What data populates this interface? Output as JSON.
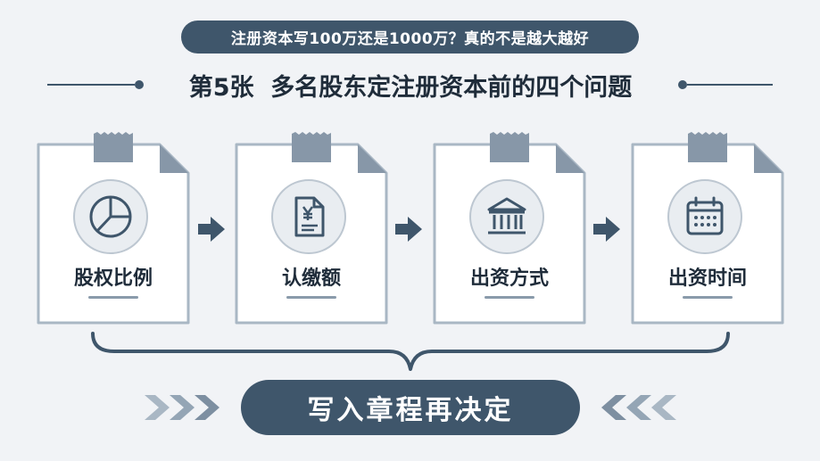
{
  "header": {
    "pill_text": "注册资本写100万还是1000万？真的不是越大越好"
  },
  "title": {
    "text": "第5张  多名股东定注册资本前的四个问题"
  },
  "steps": [
    {
      "label": "股权比例",
      "icon": "pie-chart-icon"
    },
    {
      "label": "认缴额",
      "icon": "yuan-document-icon"
    },
    {
      "label": "出资方式",
      "icon": "bank-building-icon"
    },
    {
      "label": "出资时间",
      "icon": "calendar-icon"
    }
  ],
  "conclusion": {
    "text": "写入章程再决定"
  },
  "colors": {
    "primary": "#3f566b",
    "background": "#f1f3f6",
    "card_fill": "#ffffff",
    "card_border": "#a9b7c4",
    "tape": "#8797a8"
  }
}
